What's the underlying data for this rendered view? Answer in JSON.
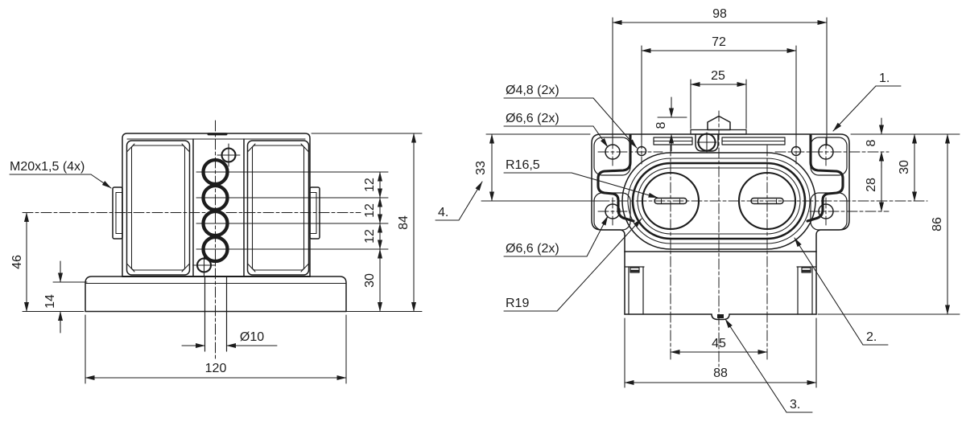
{
  "colors": {
    "background": "#ffffff",
    "line": "#1c1c1c"
  },
  "front": {
    "gland_thread": "M20x1,5 (4x)",
    "dim_center_height": "46",
    "dim_base_step": "14",
    "dim_width": "120",
    "dim_center_hole": "Ø10",
    "dim_pitch_a": "12",
    "dim_pitch_b": "12",
    "dim_pitch_c": "12",
    "dim_bottom_terminal": "30",
    "dim_height": "84"
  },
  "top": {
    "dim_mount_span": "98",
    "dim_small_hole_span": "72",
    "dim_tab_width": "25",
    "dim_tab_offset": "8",
    "label_small_holes": "Ø4,8 (2x)",
    "label_mount_holes_top": "Ø6,6 (2x)",
    "label_seal_radius": "R16,5",
    "label_mount_holes_bottom": "Ø6,6 (2x)",
    "label_outer_radius": "R19",
    "dim_left_center_offset": "33",
    "dim_edge_to_hole": "8",
    "dim_hole_pitch": "28",
    "dim_edge_to_center": "30",
    "dim_depth": "86",
    "dim_gland_pitch": "45",
    "dim_body_width": "88",
    "balloon_1": "1.",
    "balloon_2": "2.",
    "balloon_3": "3.",
    "balloon_4": "4."
  }
}
